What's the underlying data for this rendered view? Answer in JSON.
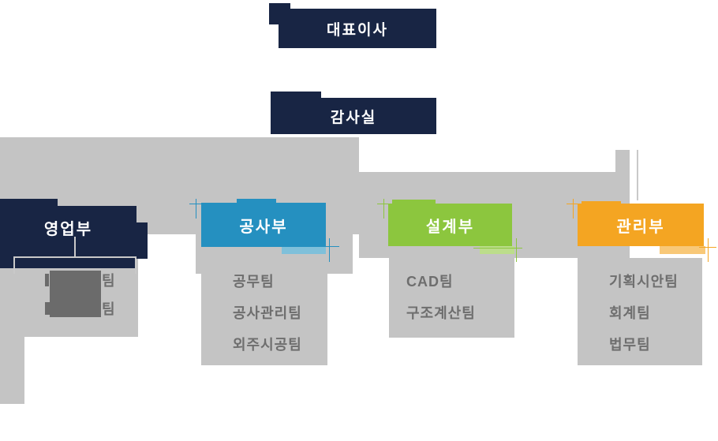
{
  "org_chart": {
    "ceo": {
      "label": "대표이사"
    },
    "audit": {
      "label": "감사실"
    },
    "departments": [
      {
        "id": "sales",
        "label": "영업부",
        "color": "#182544",
        "teams": [
          {
            "visible_text": "팀"
          },
          {
            "visible_text": "팀"
          }
        ]
      },
      {
        "id": "construction",
        "label": "공사부",
        "color": "#2590c0",
        "teams": [
          {
            "visible_text": "공무팀"
          },
          {
            "visible_text": "공사관리팀"
          },
          {
            "visible_text": "외주시공팀"
          }
        ]
      },
      {
        "id": "design",
        "label": "설계부",
        "color": "#8cc63e",
        "teams": [
          {
            "visible_text": "CAD팀"
          },
          {
            "visible_text": "구조계산팀"
          }
        ]
      },
      {
        "id": "management",
        "label": "관리부",
        "color": "#f4a522",
        "teams": [
          {
            "visible_text": "기획시안팀"
          },
          {
            "visible_text": "회계팀"
          },
          {
            "visible_text": "법무팀"
          }
        ]
      }
    ],
    "colors": {
      "navy": "#182544",
      "blue": "#2590c0",
      "green": "#8cc63e",
      "orange": "#f4a522",
      "placeholder_gray": "#c4c4c4",
      "redaction_gray": "#6b6b6b",
      "team_text_gray": "#6e6e6e",
      "connector_gray": "#c9c9c9"
    }
  }
}
